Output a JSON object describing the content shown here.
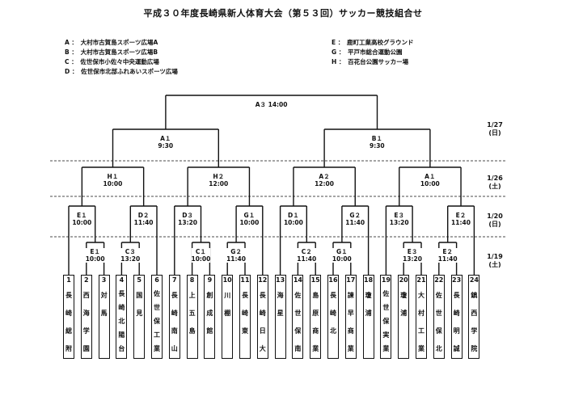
{
  "title": "平成３０年度長崎県新人体育大会（第５３回）サッカー競技組合せ",
  "venues": {
    "A": "A ：　大村市古賀島スポーツ広場A",
    "B": "B ：　大村市古賀島スポーツ広場B",
    "C": "C ：　佐世保市小佐々中央運動広場",
    "D": "D ：　佐世保市北部ふれあいスポーツ広場",
    "E": "E ：　鹿町工業高校グラウンド",
    "G": "G ：　平戸市総合運動公園",
    "H": "H ：　百花台公園サッカー場"
  },
  "dates": [
    {
      "label": "1/27",
      "day": "(日)"
    },
    {
      "label": "1/26",
      "day": "(土)"
    },
    {
      "label": "1/20",
      "day": "(日)"
    },
    {
      "label": "1/19",
      "day": "(土)"
    }
  ],
  "matches": {
    "final": {
      "code": "A３",
      "time": "14:00"
    },
    "sf_left": {
      "code": "A１",
      "time": "9:30"
    },
    "sf_right": {
      "code": "B１",
      "time": "9:30"
    },
    "qf1": {
      "code": "H１",
      "time": "10:00"
    },
    "qf2": {
      "code": "H２",
      "time": "12:00"
    },
    "qf3": {
      "code": "A２",
      "time": "12:00"
    },
    "qf4": {
      "code": "A１",
      "time": "10:00"
    },
    "r2_1": {
      "code": "E１",
      "time": "10:00"
    },
    "r2_2": {
      "code": "D２",
      "time": "11:40"
    },
    "r2_3": {
      "code": "D３",
      "time": "13:20"
    },
    "r2_4": {
      "code": "G１",
      "time": "10:00"
    },
    "r2_5": {
      "code": "D１",
      "time": "10:00"
    },
    "r2_6": {
      "code": "G２",
      "time": "11:40"
    },
    "r2_7": {
      "code": "E３",
      "time": "13:20"
    },
    "r2_8": {
      "code": "E２",
      "time": "11:40"
    },
    "r1_1": {
      "code": "E１",
      "time": "10:00"
    },
    "r1_2": {
      "code": "C３",
      "time": "13:20"
    },
    "r1_3": {
      "code": "C１",
      "time": "10:00"
    },
    "r1_4": {
      "code": "G２",
      "time": "11:40"
    },
    "r1_5": {
      "code": "C２",
      "time": "11:40"
    },
    "r1_6": {
      "code": "G１",
      "time": "10:00"
    },
    "r1_7": {
      "code": "E３",
      "time": "13:20"
    },
    "r1_8": {
      "code": "E２",
      "time": "11:40"
    }
  },
  "teams": [
    {
      "num": "1",
      "name": "長崎総附"
    },
    {
      "num": "2",
      "name": "西海学園"
    },
    {
      "num": "3",
      "name": "対馬"
    },
    {
      "num": "4",
      "name": "長崎北陽台"
    },
    {
      "num": "5",
      "name": "国見"
    },
    {
      "num": "6",
      "name": "佐世保工業"
    },
    {
      "num": "7",
      "name": "長崎南山"
    },
    {
      "num": "8",
      "name": "上五島"
    },
    {
      "num": "9",
      "name": "創成館"
    },
    {
      "num": "10",
      "name": "川棚"
    },
    {
      "num": "11",
      "name": "長崎東"
    },
    {
      "num": "12",
      "name": "長崎日大"
    },
    {
      "num": "13",
      "name": "海星"
    },
    {
      "num": "14",
      "name": "佐世保南"
    },
    {
      "num": "15",
      "name": "島原商業"
    },
    {
      "num": "16",
      "name": "長崎北"
    },
    {
      "num": "17",
      "name": "諫早商業"
    },
    {
      "num": "18",
      "name": "瓊浦"
    },
    {
      "num": "19",
      "name": "佐世保実業"
    },
    {
      "num": "20",
      "name": "瓊浦"
    },
    {
      "num": "21",
      "name": "大村工業"
    },
    {
      "num": "22",
      "name": "佐世保北"
    },
    {
      "num": "23",
      "name": "長崎明誠"
    },
    {
      "num": "24",
      "name": "鎮西学院"
    }
  ]
}
